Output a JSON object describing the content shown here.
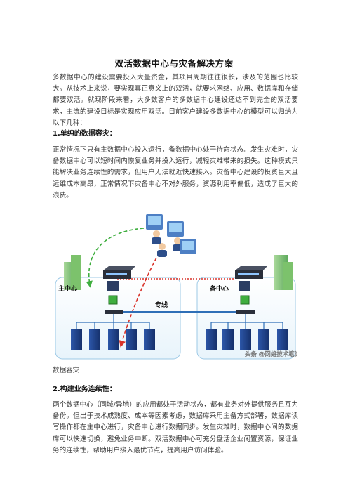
{
  "doc": {
    "title": "双活数据中心与灾备解决方案",
    "intro": "多数据中心的建设需要投入大量资金，其项目周期往往很长，涉及的范围也比较大。从技术上来说，要实现真正意义上的双活，就要求网络、应用、数据库和存储都要双活。就现阶段来看，大多数客户的多数据中心建设还达不到完全的双活要求，主流的建设目标是实现应用双活。目前客户建设多数据中心的模型可以归纳为以下几种：",
    "section1_heading": "1.单纯的数据容灾：",
    "section1_body": "正常情况下只有主数据中心投入运行，备数据中心处于待命状态。发生灾难时，灾备数据中心可以短时间内恢复业务并投入运行，减轻灾难带来的损失。这种模式只能解决业务连续性的需求，但用户无法就近快速接入。灾备中心建设的投资巨大且运维成本高昂，正常情况下灾备中心不对外服务，资源利用率偏低，造成了巨大的浪费。",
    "figure_caption": "数据容灾",
    "section2_heading": "2.构建业务连续性：",
    "section2_body": "两个数据中心（同城/异地）的应用都处于活动状态，都有业务对外提供服务且互为备份。但出于技术成熟度、成本等因素考虑，数据库采用主备方式部署，数据库读写操作都在主中心进行，灾备中心进行数据同步。发生灾难时，数据中心间的数据库可以快速切换，避免业务中断。双活数据中心可充分盘活企业闲置资源，保证业务的连续性，帮助用户接入最优节点，提高用户访问体验。"
  },
  "diagram": {
    "main_center_label": "主中心",
    "backup_center_label": "备中心",
    "link_label": "专线",
    "watermark": "头条 @网络技术笔记"
  },
  "colors": {
    "green_dash": "#3fae3f",
    "red_dash": "#d9342b",
    "blue_line": "#2f6fb7",
    "cabinet": "#1f3f86"
  }
}
